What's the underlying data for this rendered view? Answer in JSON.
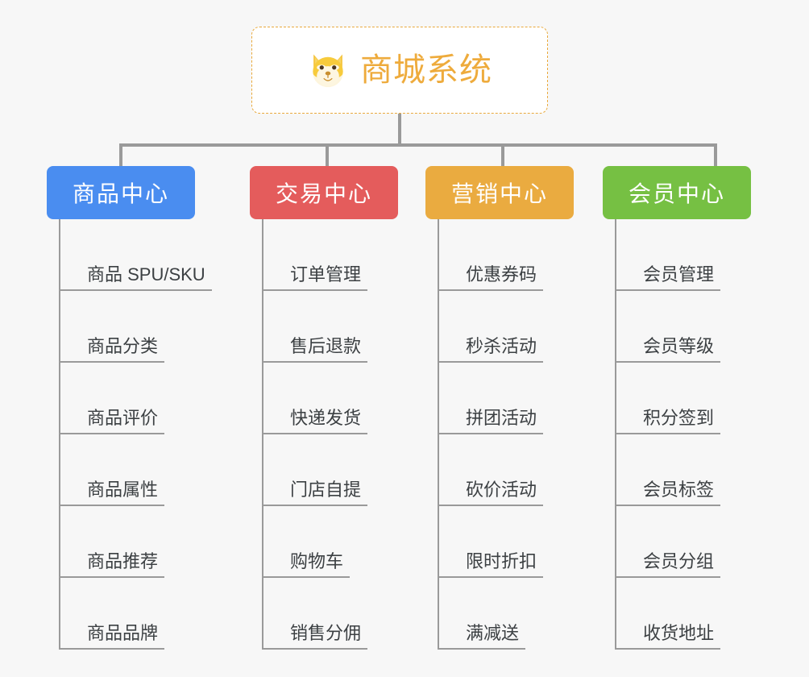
{
  "page": {
    "background_color": "#f7f7f7",
    "title": "商城系统"
  },
  "root": {
    "label": "商城系统",
    "icon": "shiba-dog-face-icon",
    "text_color": "#eeab3c",
    "border_color": "#e9a93c",
    "background_color": "#ffffff"
  },
  "connector_color": "#9a9a9a",
  "columns": [
    {
      "id": "product-center",
      "label": "商品中心",
      "color": "#4a8df0",
      "items": [
        {
          "label": "商品 SPU/SKU"
        },
        {
          "label": "商品分类"
        },
        {
          "label": "商品评价"
        },
        {
          "label": "商品属性"
        },
        {
          "label": "商品推荐"
        },
        {
          "label": "商品品牌"
        }
      ]
    },
    {
      "id": "trade-center",
      "label": "交易中心",
      "color": "#e45c5c",
      "items": [
        {
          "label": "订单管理"
        },
        {
          "label": "售后退款"
        },
        {
          "label": "快递发货"
        },
        {
          "label": "门店自提"
        },
        {
          "label": "购物车"
        },
        {
          "label": "销售分佣"
        }
      ]
    },
    {
      "id": "marketing-center",
      "label": "营销中心",
      "color": "#eaab40",
      "items": [
        {
          "label": "优惠券码"
        },
        {
          "label": "秒杀活动"
        },
        {
          "label": "拼团活动"
        },
        {
          "label": "砍价活动"
        },
        {
          "label": "限时折扣"
        },
        {
          "label": "满减送"
        }
      ]
    },
    {
      "id": "member-center",
      "label": "会员中心",
      "color": "#76c043",
      "items": [
        {
          "label": "会员管理"
        },
        {
          "label": "会员等级"
        },
        {
          "label": "积分签到"
        },
        {
          "label": "会员标签"
        },
        {
          "label": "会员分组"
        },
        {
          "label": "收货地址"
        }
      ]
    }
  ]
}
